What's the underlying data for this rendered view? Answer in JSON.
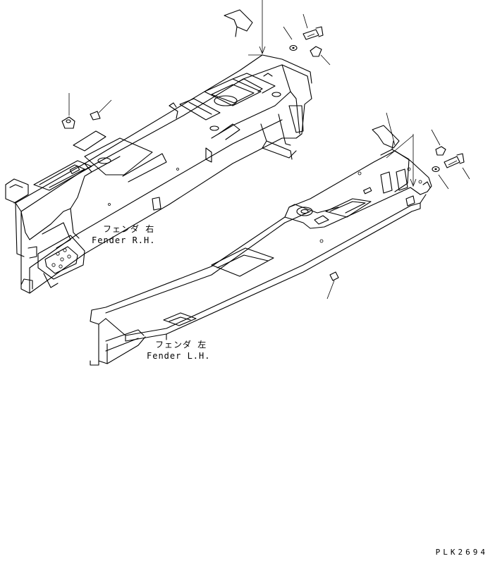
{
  "labels": {
    "right_jp": "フェンダ 右",
    "right_en": "Fender R.H.",
    "left_jp": "フェンダ 左",
    "left_en": "Fender L.H."
  },
  "drawing_code": "PLK2694"
}
